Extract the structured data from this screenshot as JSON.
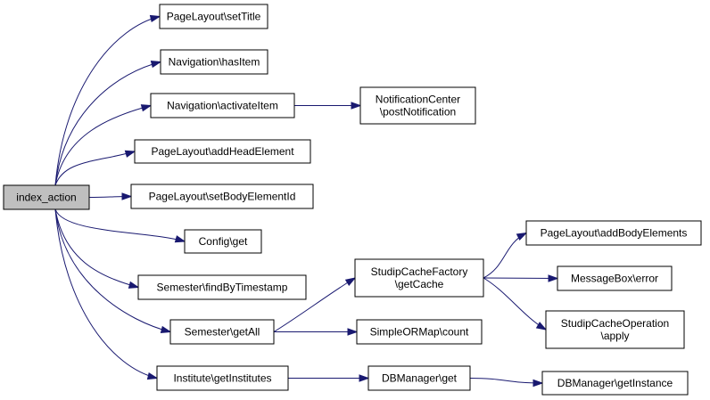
{
  "diagram": {
    "colors": {
      "edge": "#191970",
      "root_fill": "#bfbfbf",
      "node_fill": "#ffffff",
      "node_border": "#000000"
    },
    "nodes": {
      "index_action": {
        "lines": [
          "index_action"
        ]
      },
      "setTitle": {
        "lines": [
          "PageLayout\\setTitle"
        ]
      },
      "hasItem": {
        "lines": [
          "Navigation\\hasItem"
        ]
      },
      "activateItem": {
        "lines": [
          "Navigation\\activateItem"
        ]
      },
      "postNotification": {
        "lines": [
          "NotificationCenter",
          "\\postNotification"
        ]
      },
      "addHeadElement": {
        "lines": [
          "PageLayout\\addHeadElement"
        ]
      },
      "setBodyElementId": {
        "lines": [
          "PageLayout\\setBodyElementId"
        ]
      },
      "configGet": {
        "lines": [
          "Config\\get"
        ]
      },
      "findByTimestamp": {
        "lines": [
          "Semester\\findByTimestamp"
        ]
      },
      "getAll": {
        "lines": [
          "Semester\\getAll"
        ]
      },
      "getInstitutes": {
        "lines": [
          "Institute\\getInstitutes"
        ]
      },
      "getCache": {
        "lines": [
          "StudipCacheFactory",
          "\\getCache"
        ]
      },
      "count": {
        "lines": [
          "SimpleORMap\\count"
        ]
      },
      "dbGet": {
        "lines": [
          "DBManager\\get"
        ]
      },
      "addBodyElements": {
        "lines": [
          "PageLayout\\addBodyElements"
        ]
      },
      "error": {
        "lines": [
          "MessageBox\\error"
        ]
      },
      "apply": {
        "lines": [
          "StudipCacheOperation",
          "\\apply"
        ]
      },
      "getInstance": {
        "lines": [
          "DBManager\\getInstance"
        ]
      }
    },
    "edges": [
      [
        "index_action",
        "setTitle"
      ],
      [
        "index_action",
        "hasItem"
      ],
      [
        "index_action",
        "activateItem"
      ],
      [
        "index_action",
        "addHeadElement"
      ],
      [
        "index_action",
        "setBodyElementId"
      ],
      [
        "index_action",
        "configGet"
      ],
      [
        "index_action",
        "findByTimestamp"
      ],
      [
        "index_action",
        "getAll"
      ],
      [
        "index_action",
        "getInstitutes"
      ],
      [
        "activateItem",
        "postNotification"
      ],
      [
        "getAll",
        "getCache"
      ],
      [
        "getAll",
        "count"
      ],
      [
        "getCache",
        "addBodyElements"
      ],
      [
        "getCache",
        "error"
      ],
      [
        "getCache",
        "apply"
      ],
      [
        "getInstitutes",
        "dbGet"
      ],
      [
        "dbGet",
        "getInstance"
      ]
    ]
  }
}
